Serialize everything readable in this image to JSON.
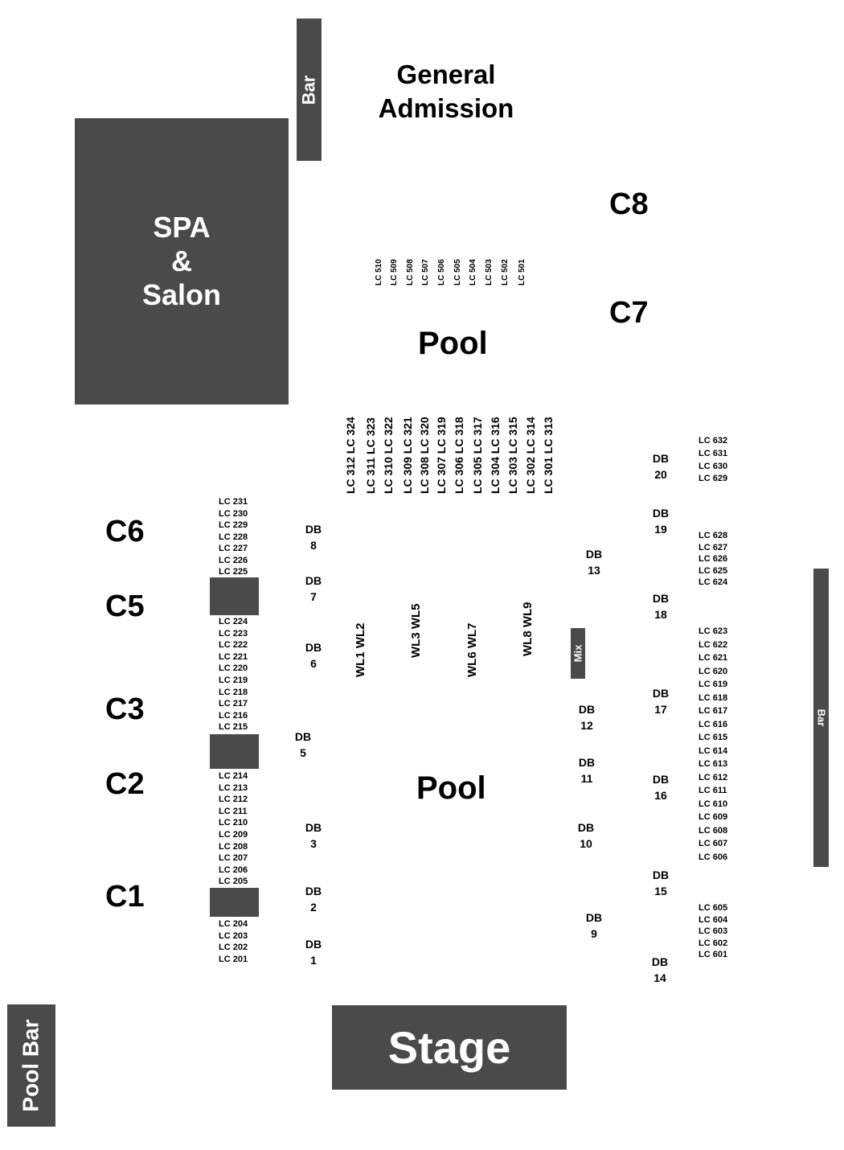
{
  "areas": {
    "general_admission": "General Admission",
    "spa": [
      "SPA",
      "&",
      "Salon"
    ],
    "bar_top": "Bar",
    "bar_right": "Bar",
    "pool_top": "Pool",
    "pool_bottom": "Pool",
    "stage": "Stage",
    "pool_bar": "Pool Bar",
    "mix": "Mix"
  },
  "sections": {
    "c1": "C1",
    "c2": "C2",
    "c3": "C3",
    "c5": "C5",
    "c6": "C6",
    "c7": "C7",
    "c8": "C8"
  },
  "lc_left": {
    "g1": [
      "LC 231",
      "LC 230",
      "LC 229",
      "LC 228",
      "LC 227",
      "LC 226",
      "LC 225"
    ],
    "g2": [
      "LC 224",
      "LC 223",
      "LC 222",
      "LC 221",
      "LC 220",
      "LC 219",
      "LC 218",
      "LC 217",
      "LC 216",
      "LC 215"
    ],
    "g3": [
      "LC 214",
      "LC 213",
      "LC 212",
      "LC 211",
      "LC 210",
      "LC 209",
      "LC 208",
      "LC 207",
      "LC 206",
      "LC 205"
    ],
    "g4": [
      "LC 204",
      "LC 203",
      "LC 202",
      "LC 201"
    ]
  },
  "lc_right": {
    "g1": [
      "LC 632",
      "LC 631",
      "LC 630",
      "LC 629"
    ],
    "g2": [
      "LC 628",
      "LC 627",
      "LC 626",
      "LC 625",
      "LC 624"
    ],
    "g3": [
      "LC 623",
      "LC 622",
      "LC 621",
      "LC 620",
      "LC 619",
      "LC 618",
      "LC 617",
      "LC 616",
      "LC 615",
      "LC 614",
      "LC 613",
      "LC 612",
      "LC 611",
      "LC 610",
      "LC 609",
      "LC 608",
      "LC 607",
      "LC 606"
    ],
    "g4": [
      "LC 605",
      "LC 604",
      "LC 603",
      "LC 602",
      "LC 601"
    ]
  },
  "lc_500": [
    "LC 510",
    "LC 509",
    "LC 508",
    "LC 507",
    "LC 506",
    "LC 505",
    "LC 504",
    "LC 503",
    "LC 502",
    "LC 501"
  ],
  "lc_300": [
    "LC 312 LC 324",
    "LC 311 LC 323",
    "LC 310 LC 322",
    "LC 309 LC 321",
    "LC 308 LC 320",
    "LC 307 LC 319",
    "LC 306 LC 318",
    "LC 305 LC 317",
    "LC 304 LC 316",
    "LC 303 LC 315",
    "LC 302 LC 314",
    "LC 301 LC 313"
  ],
  "db": {
    "db1": [
      "DB",
      "1"
    ],
    "db2": [
      "DB",
      "2"
    ],
    "db3": [
      "DB",
      "3"
    ],
    "db5": [
      "DB",
      "5"
    ],
    "db6": [
      "DB",
      "6"
    ],
    "db7": [
      "DB",
      "7"
    ],
    "db8": [
      "DB",
      "8"
    ],
    "db9": [
      "DB",
      "9"
    ],
    "db10": [
      "DB",
      "10"
    ],
    "db11": [
      "DB",
      "11"
    ],
    "db12": [
      "DB",
      "12"
    ],
    "db13": [
      "DB",
      "13"
    ],
    "db14": [
      "DB",
      "14"
    ],
    "db15": [
      "DB",
      "15"
    ],
    "db16": [
      "DB",
      "16"
    ],
    "db17": [
      "DB",
      "17"
    ],
    "db18": [
      "DB",
      "18"
    ],
    "db19": [
      "DB",
      "19"
    ],
    "db20": [
      "DB",
      "20"
    ]
  },
  "wl": [
    "WL1 WL2",
    "WL3 WL5",
    "WL6 WL7",
    "WL8 WL9"
  ]
}
